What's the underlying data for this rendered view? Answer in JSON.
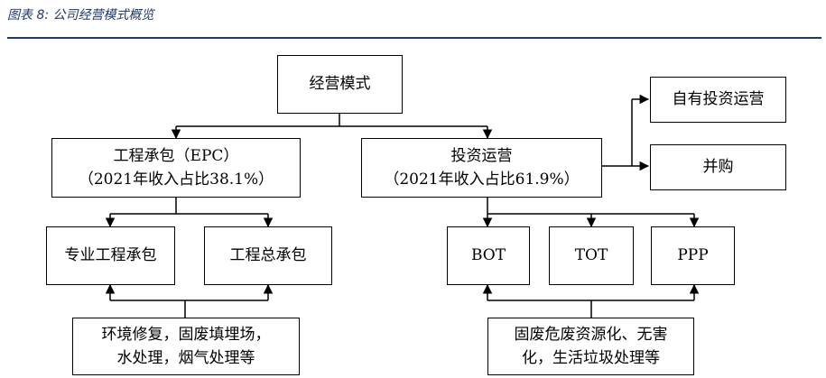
{
  "caption": {
    "label": "图表 8:",
    "title": "公司经营模式概览",
    "rule_color": "#1f3864"
  },
  "diagram": {
    "root": {
      "label": "经营模式"
    },
    "epc": {
      "line1": "工程承包（EPC）",
      "line2": "（2021年收入占比38.1%）"
    },
    "investment": {
      "line1": "投资运营",
      "line2": "（2021年收入占比61.9%）"
    },
    "self_investment": {
      "label": "自有投资运营"
    },
    "mergers": {
      "label": "并购"
    },
    "specialized_contracting": {
      "label": "专业工程承包"
    },
    "general_contracting": {
      "label": "工程总承包"
    },
    "bot": {
      "label": "BOT"
    },
    "tot": {
      "label": "TOT"
    },
    "ppp": {
      "label": "PPP"
    },
    "epc_fields": {
      "line1": "环境修复，固废填埋场，",
      "line2": "水处理，烟气处理等"
    },
    "investment_fields": {
      "line1": "固废危废资源化、无害",
      "line2": "化，生活垃圾处理等"
    }
  }
}
